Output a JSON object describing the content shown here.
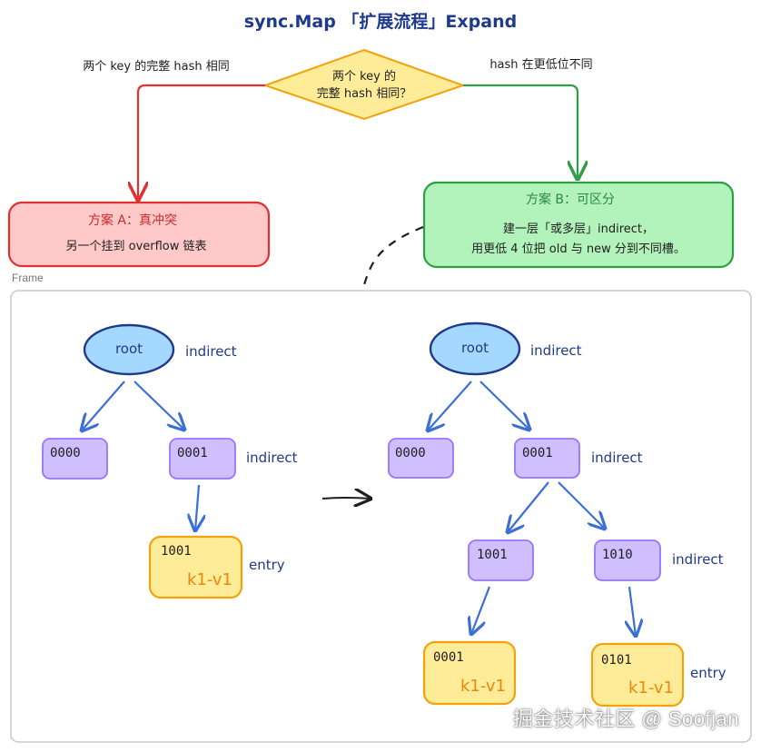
{
  "title": "sync.Map 「扩展流程」Expand",
  "decision": {
    "line1": "两个 key 的",
    "line2": "完整 hash 相同？",
    "left_label": "两个 key 的完整 hash 相同",
    "right_label": "hash 在更低位不同"
  },
  "planA": {
    "title": "方案 A：真冲突",
    "desc": "另一个挂到 overflow 链表"
  },
  "planB": {
    "title": "方案 B：可区分",
    "line1": "建一层「或多层」indirect，",
    "line2": "用更低 4 位把 old 与 new 分到不同槽。"
  },
  "frame_label": "Frame",
  "before": {
    "root": "root",
    "root_tag": "indirect",
    "slot_left": "0000",
    "slot_right": "0001",
    "slot_right_tag": "indirect",
    "entry_key": "1001",
    "entry_val": "k1-v1",
    "entry_tag": "entry"
  },
  "after": {
    "root": "root",
    "root_tag": "indirect",
    "slot_left": "0000",
    "slot_right": "0001",
    "slot_right_tag": "indirect",
    "sub_left": "1001",
    "sub_right": "1010",
    "sub_right_tag": "indirect",
    "entry_left_key": "0001",
    "entry_left_val": "k1-v1",
    "entry_right_key": "0101",
    "entry_right_val": "k1-v1",
    "entry_right_tag": "entry"
  },
  "watermark": "掘金技术社区 @ Soofjan",
  "colors": {
    "title": "#1e3a8a",
    "red": "#e03131",
    "green": "#2f9e44",
    "blue": "#3b6fd6",
    "root_fill": "#a5d8ff",
    "root_stroke": "#1e3a8a",
    "slot_fill": "#d0bfff",
    "slot_stroke": "#9775fa",
    "entry_fill": "#ffec99",
    "entry_stroke": "#f0a30a",
    "decision_fill": "#ffec99",
    "decision_stroke": "#f0a30a"
  }
}
